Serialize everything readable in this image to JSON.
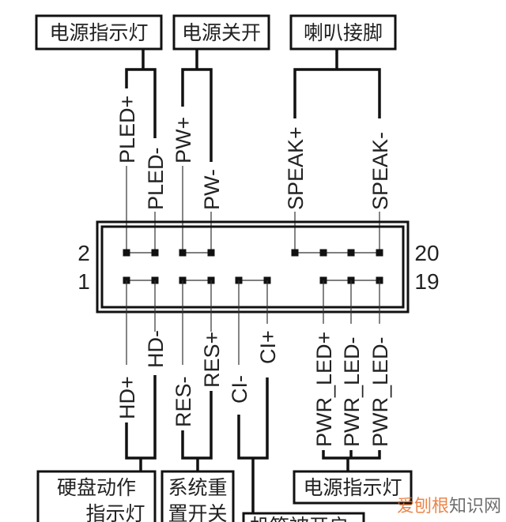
{
  "top_boxes": {
    "power_led": "电源指示灯",
    "power_switch": "电源关开",
    "speaker": "喇叭接脚"
  },
  "top_pins": {
    "pled_plus": "PLED+",
    "pled_minus": "PLED-",
    "pw_plus": "PW+",
    "pw_minus": "PW-",
    "speak_plus": "SPEAK+",
    "speak_minus": "SPEAK-"
  },
  "pin_numbers": {
    "top_left": "2",
    "bottom_left": "1",
    "top_right": "20",
    "bottom_right": "19"
  },
  "bottom_pins": {
    "hd_plus": "HD+",
    "hd_minus": "HD-",
    "res_minus": "RES-",
    "res_plus": "RES+",
    "ci_minus": "CI-",
    "ci_plus": "CI+",
    "pwr_led_plus": "PWR_LED+",
    "pwr_led_minus_1": "PWR_LED-",
    "pwr_led_minus_2": "PWR_LED-"
  },
  "bottom_boxes": {
    "hdd_line1": "硬盘动作",
    "hdd_line2": "指示灯",
    "reset_line1": "系统重",
    "reset_line2": "置开关",
    "chassis": "机箱被开启",
    "power_led": "电源指示灯"
  },
  "watermark": {
    "part1": "爱刨根",
    "part2": "知识网",
    "color1": "#e8702a",
    "color2": "#555555"
  }
}
